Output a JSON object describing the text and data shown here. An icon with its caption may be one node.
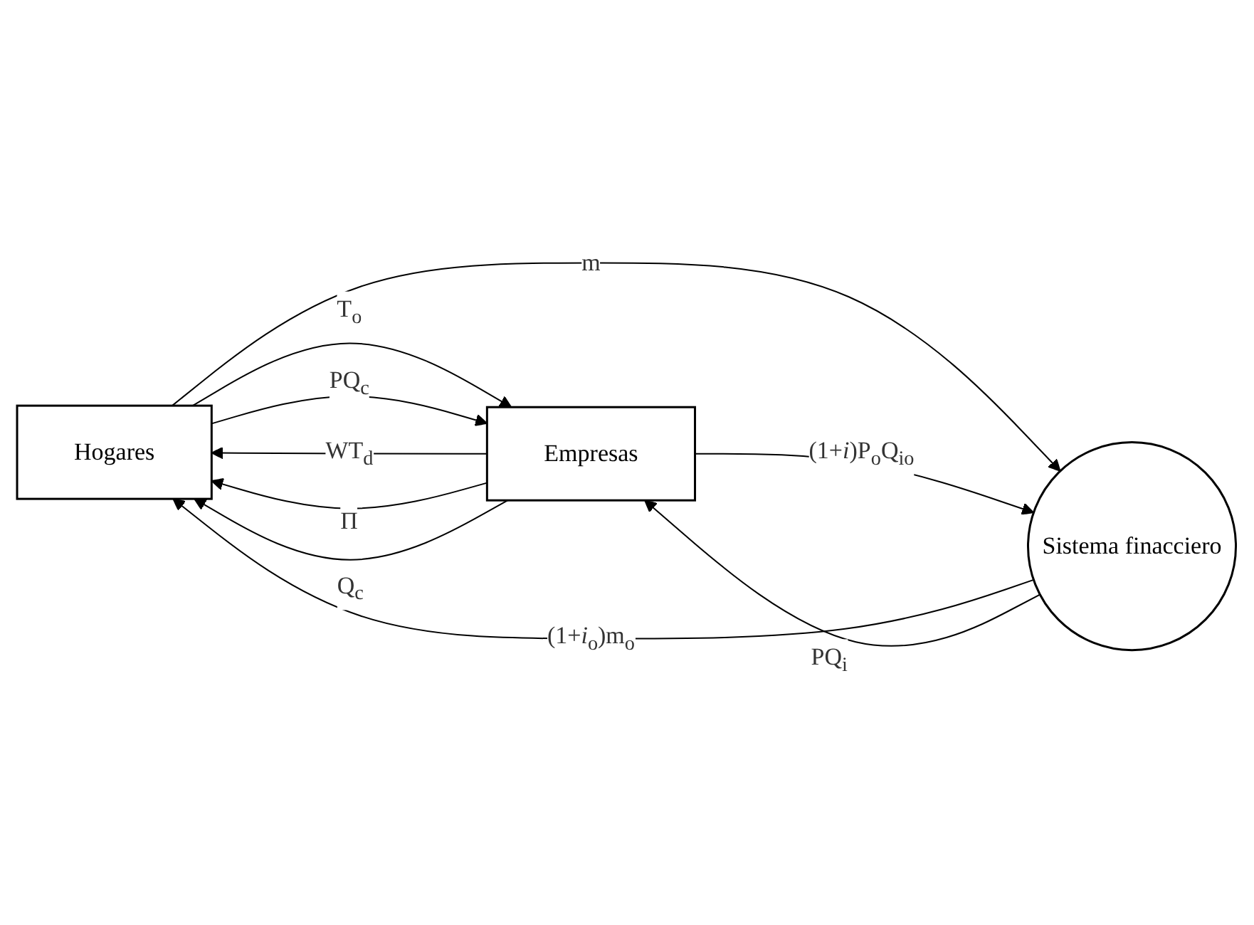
{
  "diagram": {
    "nodes": [
      {
        "text": [
          "Hogares"
        ]
      },
      {
        "text": [
          "Empresas"
        ]
      },
      {
        "text": [
          "Sistema finacciero"
        ]
      }
    ],
    "edges": [
      {
        "from": 1,
        "to": 0,
        "arrow": "to",
        "label": "WT$_{d}$"
      },
      {
        "from": 0,
        "to": 1,
        "arrow": "to",
        "label": "T$_{o}$"
      },
      {
        "from": 1,
        "to": 0,
        "arrow": "to",
        "label": "Π"
      },
      {
        "from": 1,
        "to": 0,
        "arrow": "to",
        "label": "Q$_{c}$"
      },
      {
        "from": 0,
        "to": 1,
        "arrow": "to",
        "label": "PQ$_{c}$"
      },
      {
        "from": 2,
        "to": 0,
        "arrow": "to",
        "label": "(1+*i*$_{o}$)m$_{o}$"
      },
      {
        "from": 0,
        "to": 2,
        "arrow": "to",
        "label": "m"
      },
      {
        "from": 1,
        "to": 2,
        "arrow": "to",
        "label": "(1+*i*)P$_{o}$Q$_{io}$"
      },
      {
        "from": 2,
        "to": 1,
        "arrow": "to",
        "label": "PQ$_{i}$"
      }
    ]
  }
}
